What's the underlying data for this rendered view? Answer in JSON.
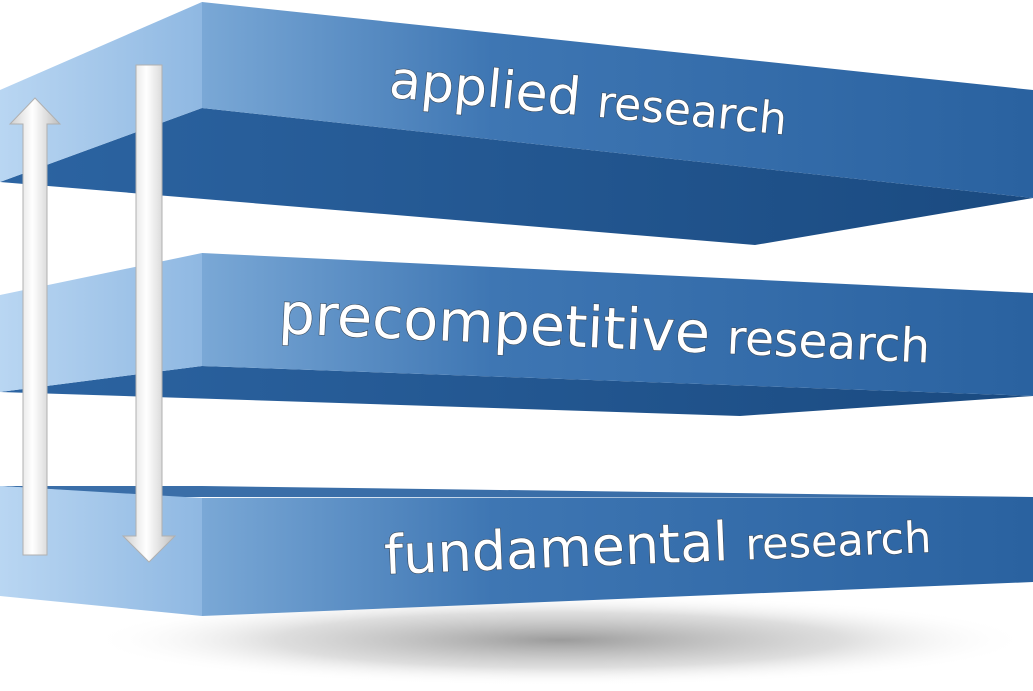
{
  "diagram": {
    "layers": [
      {
        "id": "applied",
        "word1": "applied",
        "word2": "research"
      },
      {
        "id": "precompetitive",
        "word1": "precompetitive",
        "word2": "research"
      },
      {
        "id": "fundamental",
        "word1": "fundamental",
        "word2": "research"
      }
    ],
    "arrows": [
      {
        "direction": "up"
      },
      {
        "direction": "down"
      }
    ],
    "colors": {
      "front_light": "#6f9fd0",
      "front_dark": "#2b64a0",
      "underside": "#1d4f86",
      "left_side": "#a7c9ec",
      "arrow": "#f2f2f2",
      "label": "#ffffff"
    }
  }
}
